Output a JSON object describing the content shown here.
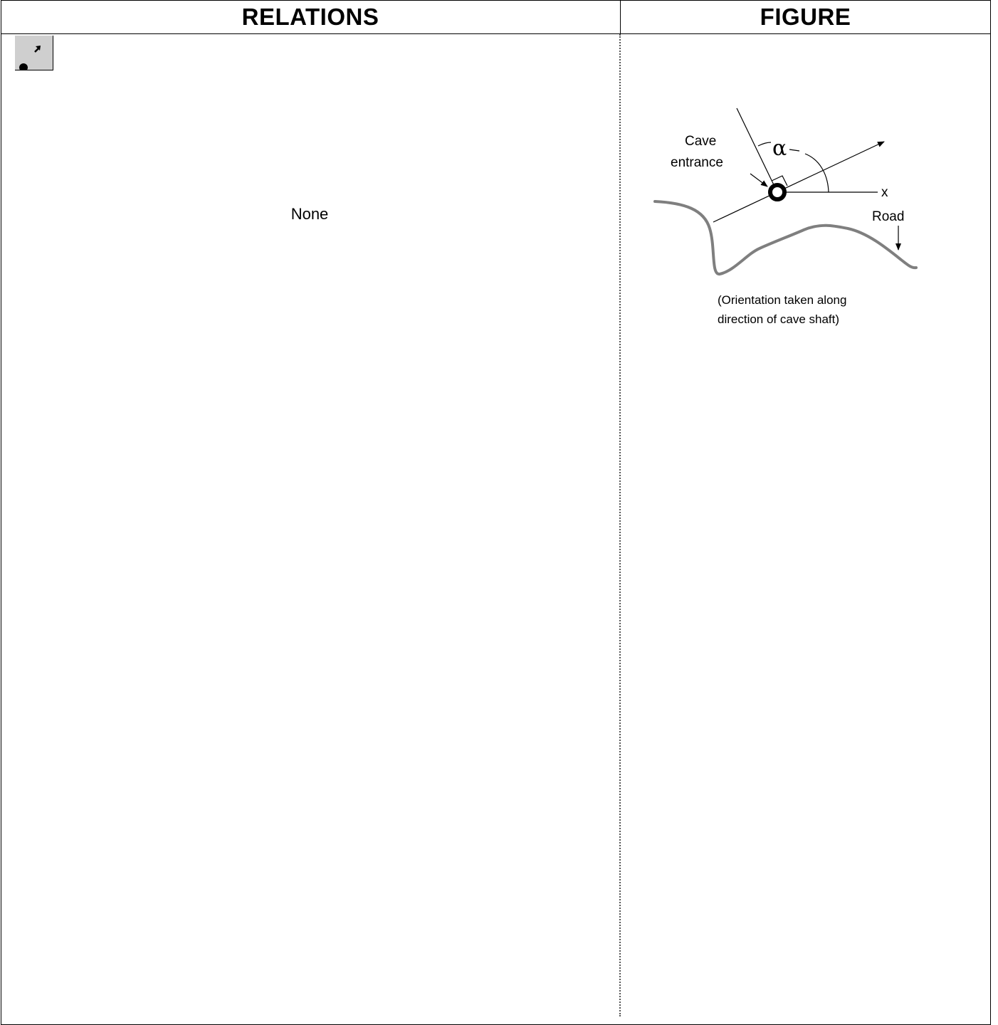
{
  "header": {
    "relations_label": "RELATIONS",
    "figure_label": "FIGURE"
  },
  "relations": {
    "icon": "point-with-direction-arrow-icon",
    "value": "None"
  },
  "figure": {
    "labels": {
      "cave_entrance_line1": "Cave",
      "cave_entrance_line2": "entrance",
      "angle_symbol": "α",
      "axis_label": "x",
      "road_label": "Road"
    },
    "caption_line1": "(Orientation taken along",
    "caption_line2": "direction of cave shaft)",
    "colors": {
      "road": "#7f7f7f",
      "lines": "#000000"
    }
  }
}
